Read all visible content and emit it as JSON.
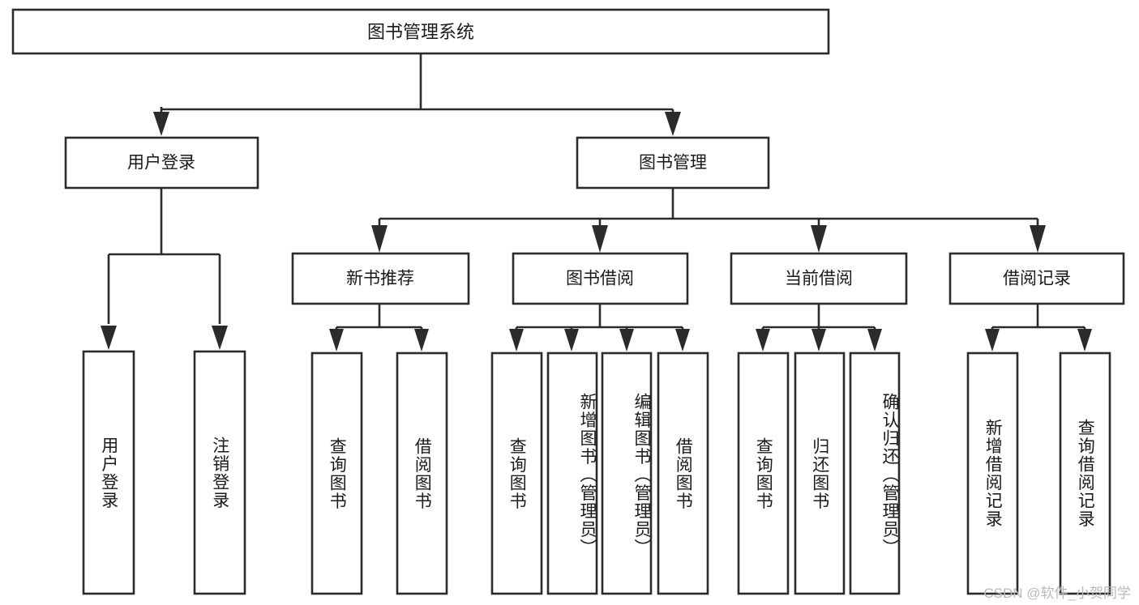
{
  "diagram": {
    "type": "tree-hierarchy",
    "title": "图书管理系统",
    "watermark": "CSDN @软件_小贺同学",
    "colors": {
      "stroke": "#2b2b2b",
      "fill": "#ffffff",
      "text": "#1a1a1a",
      "watermark": "#b9b9b9"
    },
    "root": {
      "label": "图书管理系统"
    },
    "level1": [
      {
        "label": "用户登录"
      },
      {
        "label": "图书管理"
      }
    ],
    "level2": [
      {
        "label": "新书推荐"
      },
      {
        "label": "图书借阅"
      },
      {
        "label": "当前借阅"
      },
      {
        "label": "借阅记录"
      }
    ],
    "leaves": {
      "user_login": [
        {
          "label": "用户登录"
        },
        {
          "label": "注销登录"
        }
      ],
      "new_book_recommend": [
        {
          "label": "查询图书"
        },
        {
          "label": "借阅图书"
        }
      ],
      "book_borrow": [
        {
          "label": "查询图书"
        },
        {
          "label": "新增图书（管理员）"
        },
        {
          "label": "编辑图书（管理员）"
        },
        {
          "label": "借阅图书"
        }
      ],
      "current_borrow": [
        {
          "label": "查询图书"
        },
        {
          "label": "归还图书"
        },
        {
          "label": "确认归还（管理员）"
        }
      ],
      "borrow_record": [
        {
          "label": "新增借阅记录"
        },
        {
          "label": "查询借阅记录"
        }
      ]
    }
  }
}
